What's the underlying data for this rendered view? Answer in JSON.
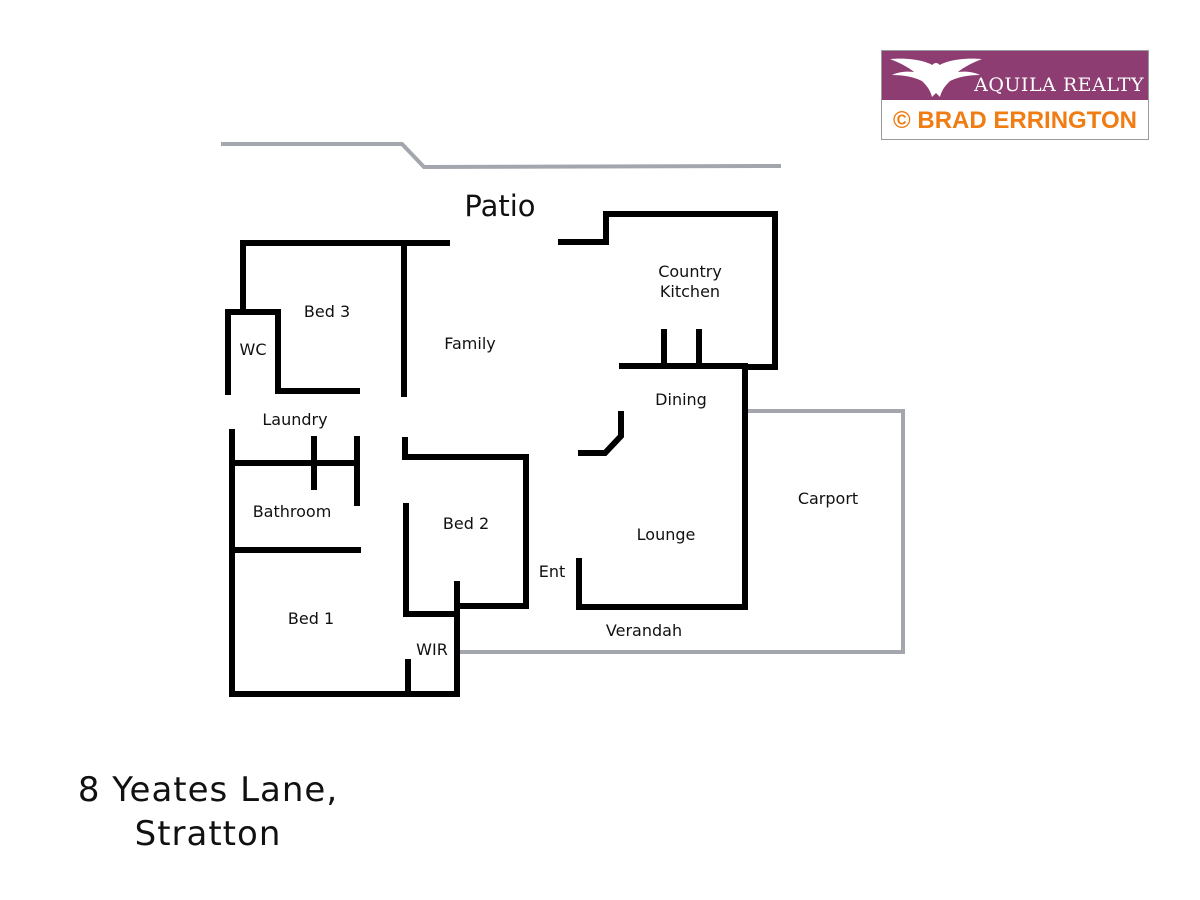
{
  "rooms": {
    "patio": "Patio",
    "bed3": "Bed 3",
    "family": "Family",
    "country_kitchen_line1": "Country",
    "country_kitchen_line2": "Kitchen",
    "wc": "WC",
    "laundry": "Laundry",
    "dining": "Dining",
    "bathroom": "Bathroom",
    "bed2": "Bed 2",
    "carport": "Carport",
    "lounge": "Lounge",
    "ent": "Ent",
    "bed1": "Bed 1",
    "verandah": "Verandah",
    "wir": "WIR"
  },
  "address": {
    "line1": "8 Yeates Lane,",
    "line2": "Stratton"
  },
  "logo": {
    "brand": "AQUILA REALTY",
    "copyright": "© BRAD ERRINGTON",
    "top_color": "#8d3d72",
    "copyright_color": "#f07c14",
    "emblem_icon": "eagle-icon"
  },
  "colors": {
    "walls": "#000000",
    "outline": "#a3a6ad"
  }
}
